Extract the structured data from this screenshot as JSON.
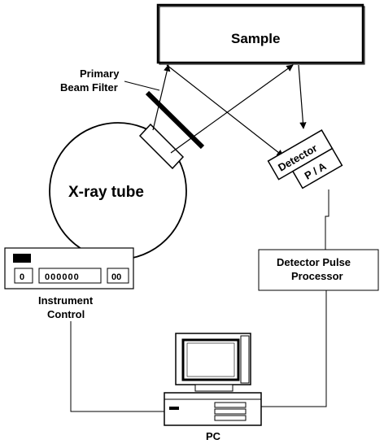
{
  "labels": {
    "sample": "Sample",
    "primary_beam_filter_line1": "Primary",
    "primary_beam_filter_line2": "Beam Filter",
    "xray_tube": "X-ray tube",
    "detector": "Detector",
    "preamp": "P / A",
    "detector_pulse_processor_line1": "Detector Pulse",
    "detector_pulse_processor_line2": "Processor",
    "instrument_control_line1": "Instrument",
    "instrument_control_line2": "Control",
    "pc": "PC"
  },
  "instrument_panel": {
    "left_button": "0",
    "center_buttons": "000000",
    "right_buttons": "00"
  },
  "colors": {
    "line": "#000000",
    "background": "#ffffff"
  }
}
